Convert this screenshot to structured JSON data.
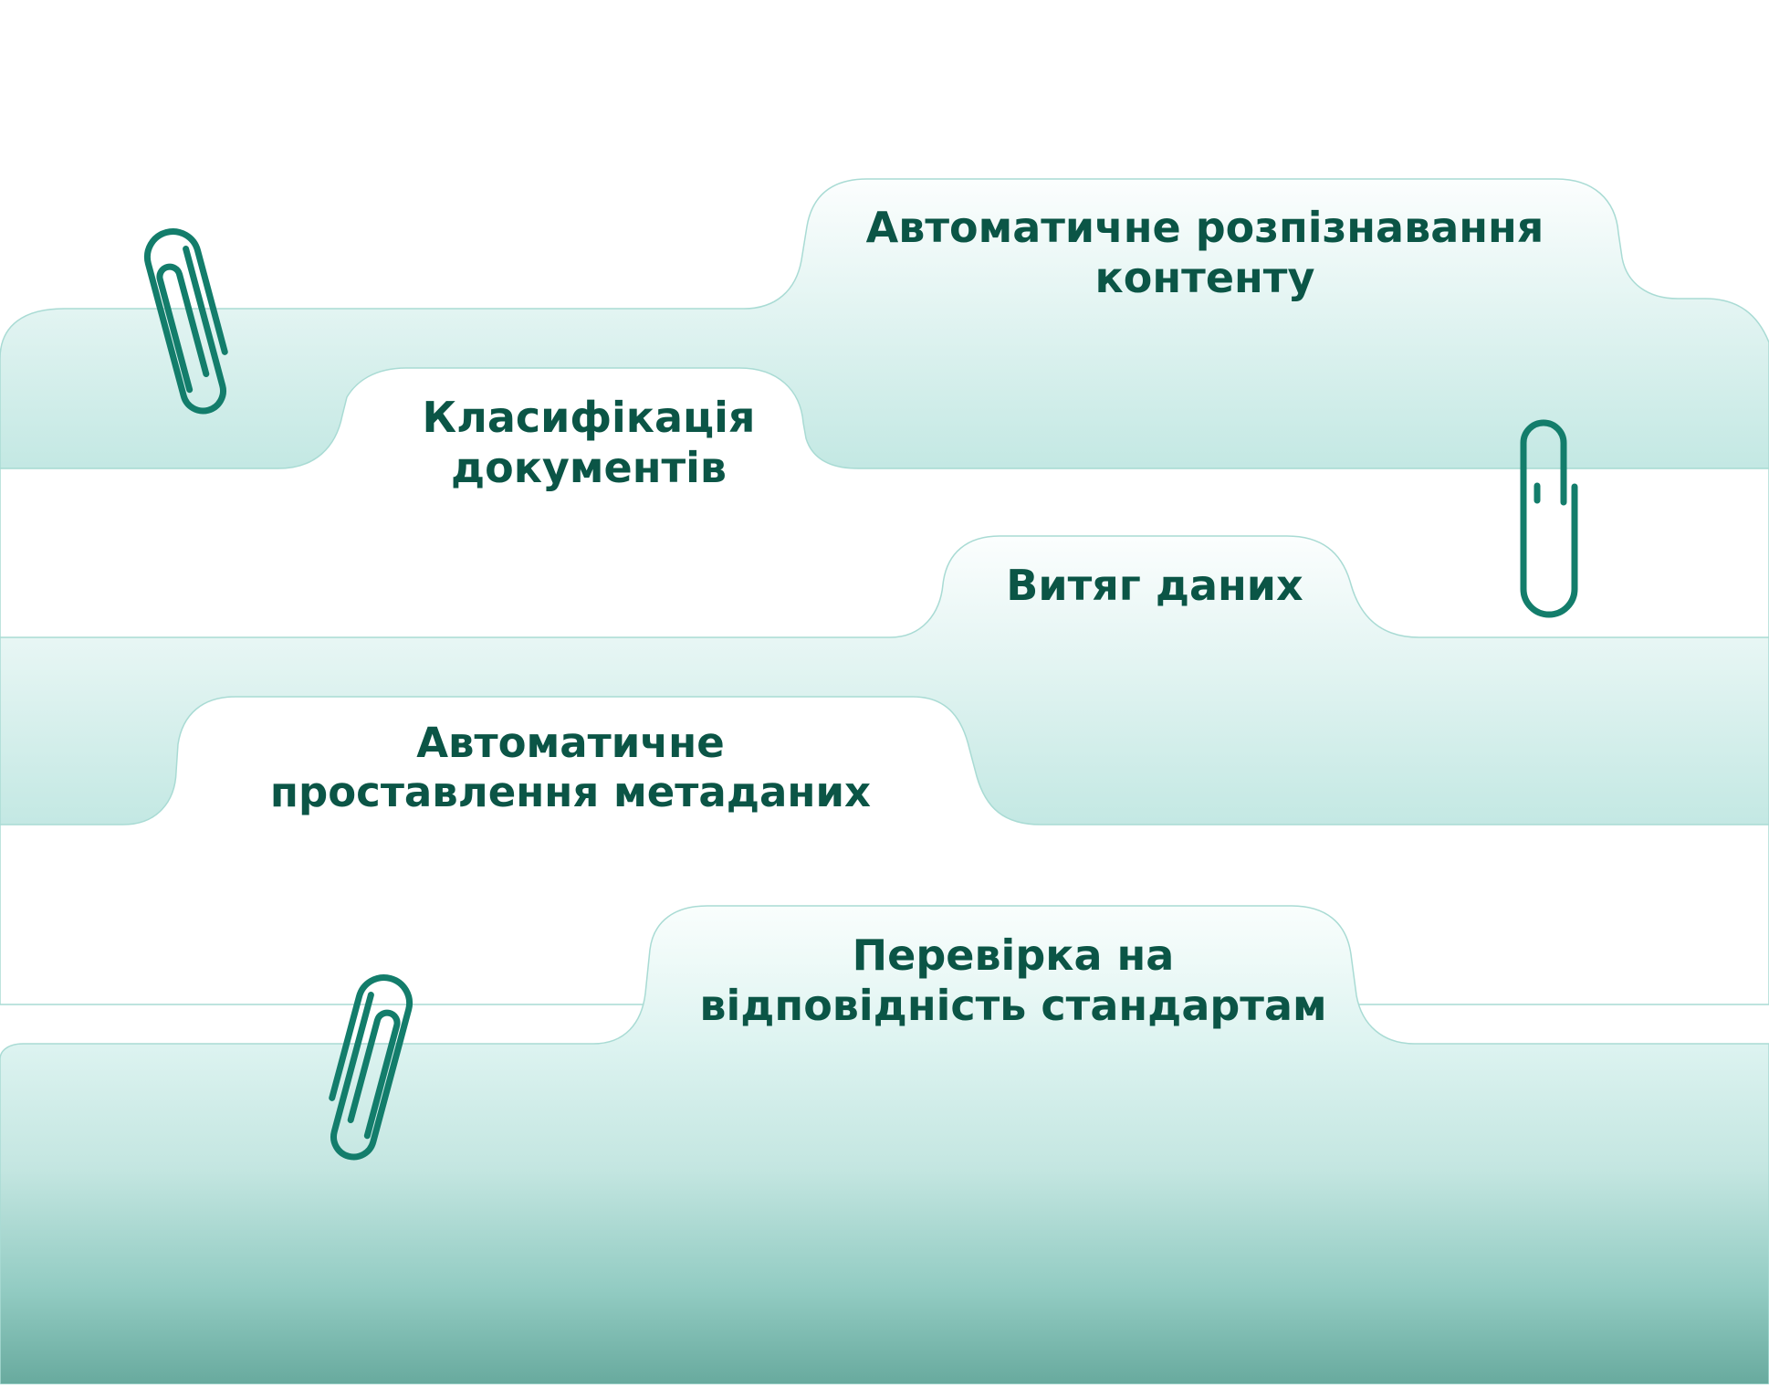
{
  "colors": {
    "text": "#0b5546",
    "clip": "#137d6b",
    "folder_edge": "#a6d8d1",
    "folder_light": "#fafefd",
    "folder_mid": "#d8f1ee",
    "folder_dark": "#6fb0a4"
  },
  "icons": [
    "paperclip-icon",
    "paperclip-icon",
    "paperclip-icon"
  ],
  "tabs": [
    {
      "line1": "Автоматичне розпізнавання",
      "line2": "контенту"
    },
    {
      "line1": "Класифікація",
      "line2": "документів"
    },
    {
      "line1": "Витяг даних"
    },
    {
      "line1": "Автоматичне",
      "line2": "проставлення метаданих"
    },
    {
      "line1": "Перевірка на",
      "line2": "відповідність стандартам"
    }
  ]
}
